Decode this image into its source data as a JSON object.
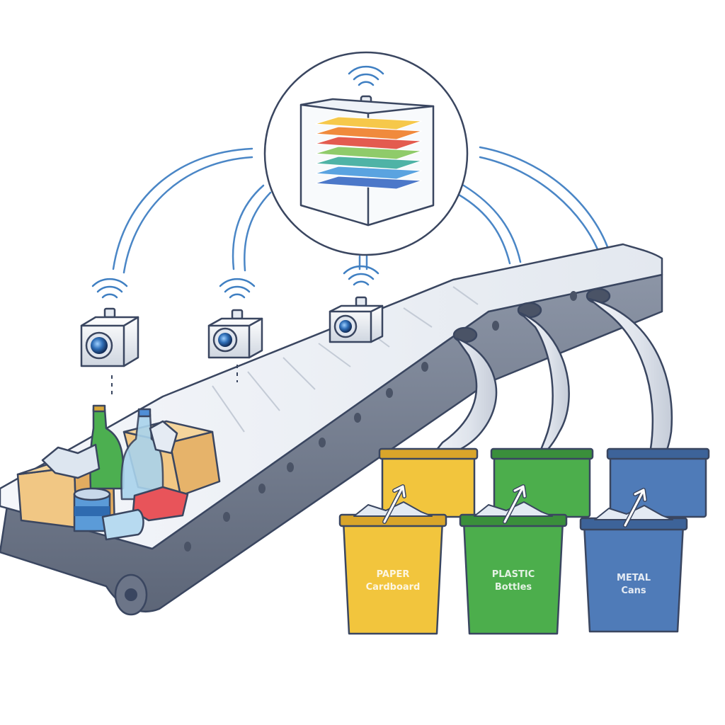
{
  "diagram": {
    "bins": [
      {
        "id": "yellow",
        "color": "#f2c53d",
        "dark": "#d9a52a",
        "label_lines": [
          "PAPER",
          "Cardboard"
        ]
      },
      {
        "id": "green",
        "color": "#4cae4c",
        "dark": "#3a8f3b",
        "label_lines": [
          "PLASTIC",
          "Bottles"
        ]
      },
      {
        "id": "blue",
        "color": "#4f7bb8",
        "dark": "#3d6399",
        "label_lines": [
          "METAL",
          "Cans"
        ]
      }
    ],
    "icons": {
      "processor": "layered-cube-icon",
      "sensor": "camera-icon",
      "signal": "wifi-signal-icon",
      "bin_arrow": "recycle-arrow-icon"
    },
    "colors": {
      "outline": "#3a4660",
      "signal": "#3f7fc2",
      "belt": "#e9edf3",
      "layers": [
        "#f6c84a",
        "#f08a3c",
        "#e35b4f",
        "#8fcb6a",
        "#4fb3a6",
        "#5aa3e0",
        "#4c78c9"
      ]
    }
  }
}
